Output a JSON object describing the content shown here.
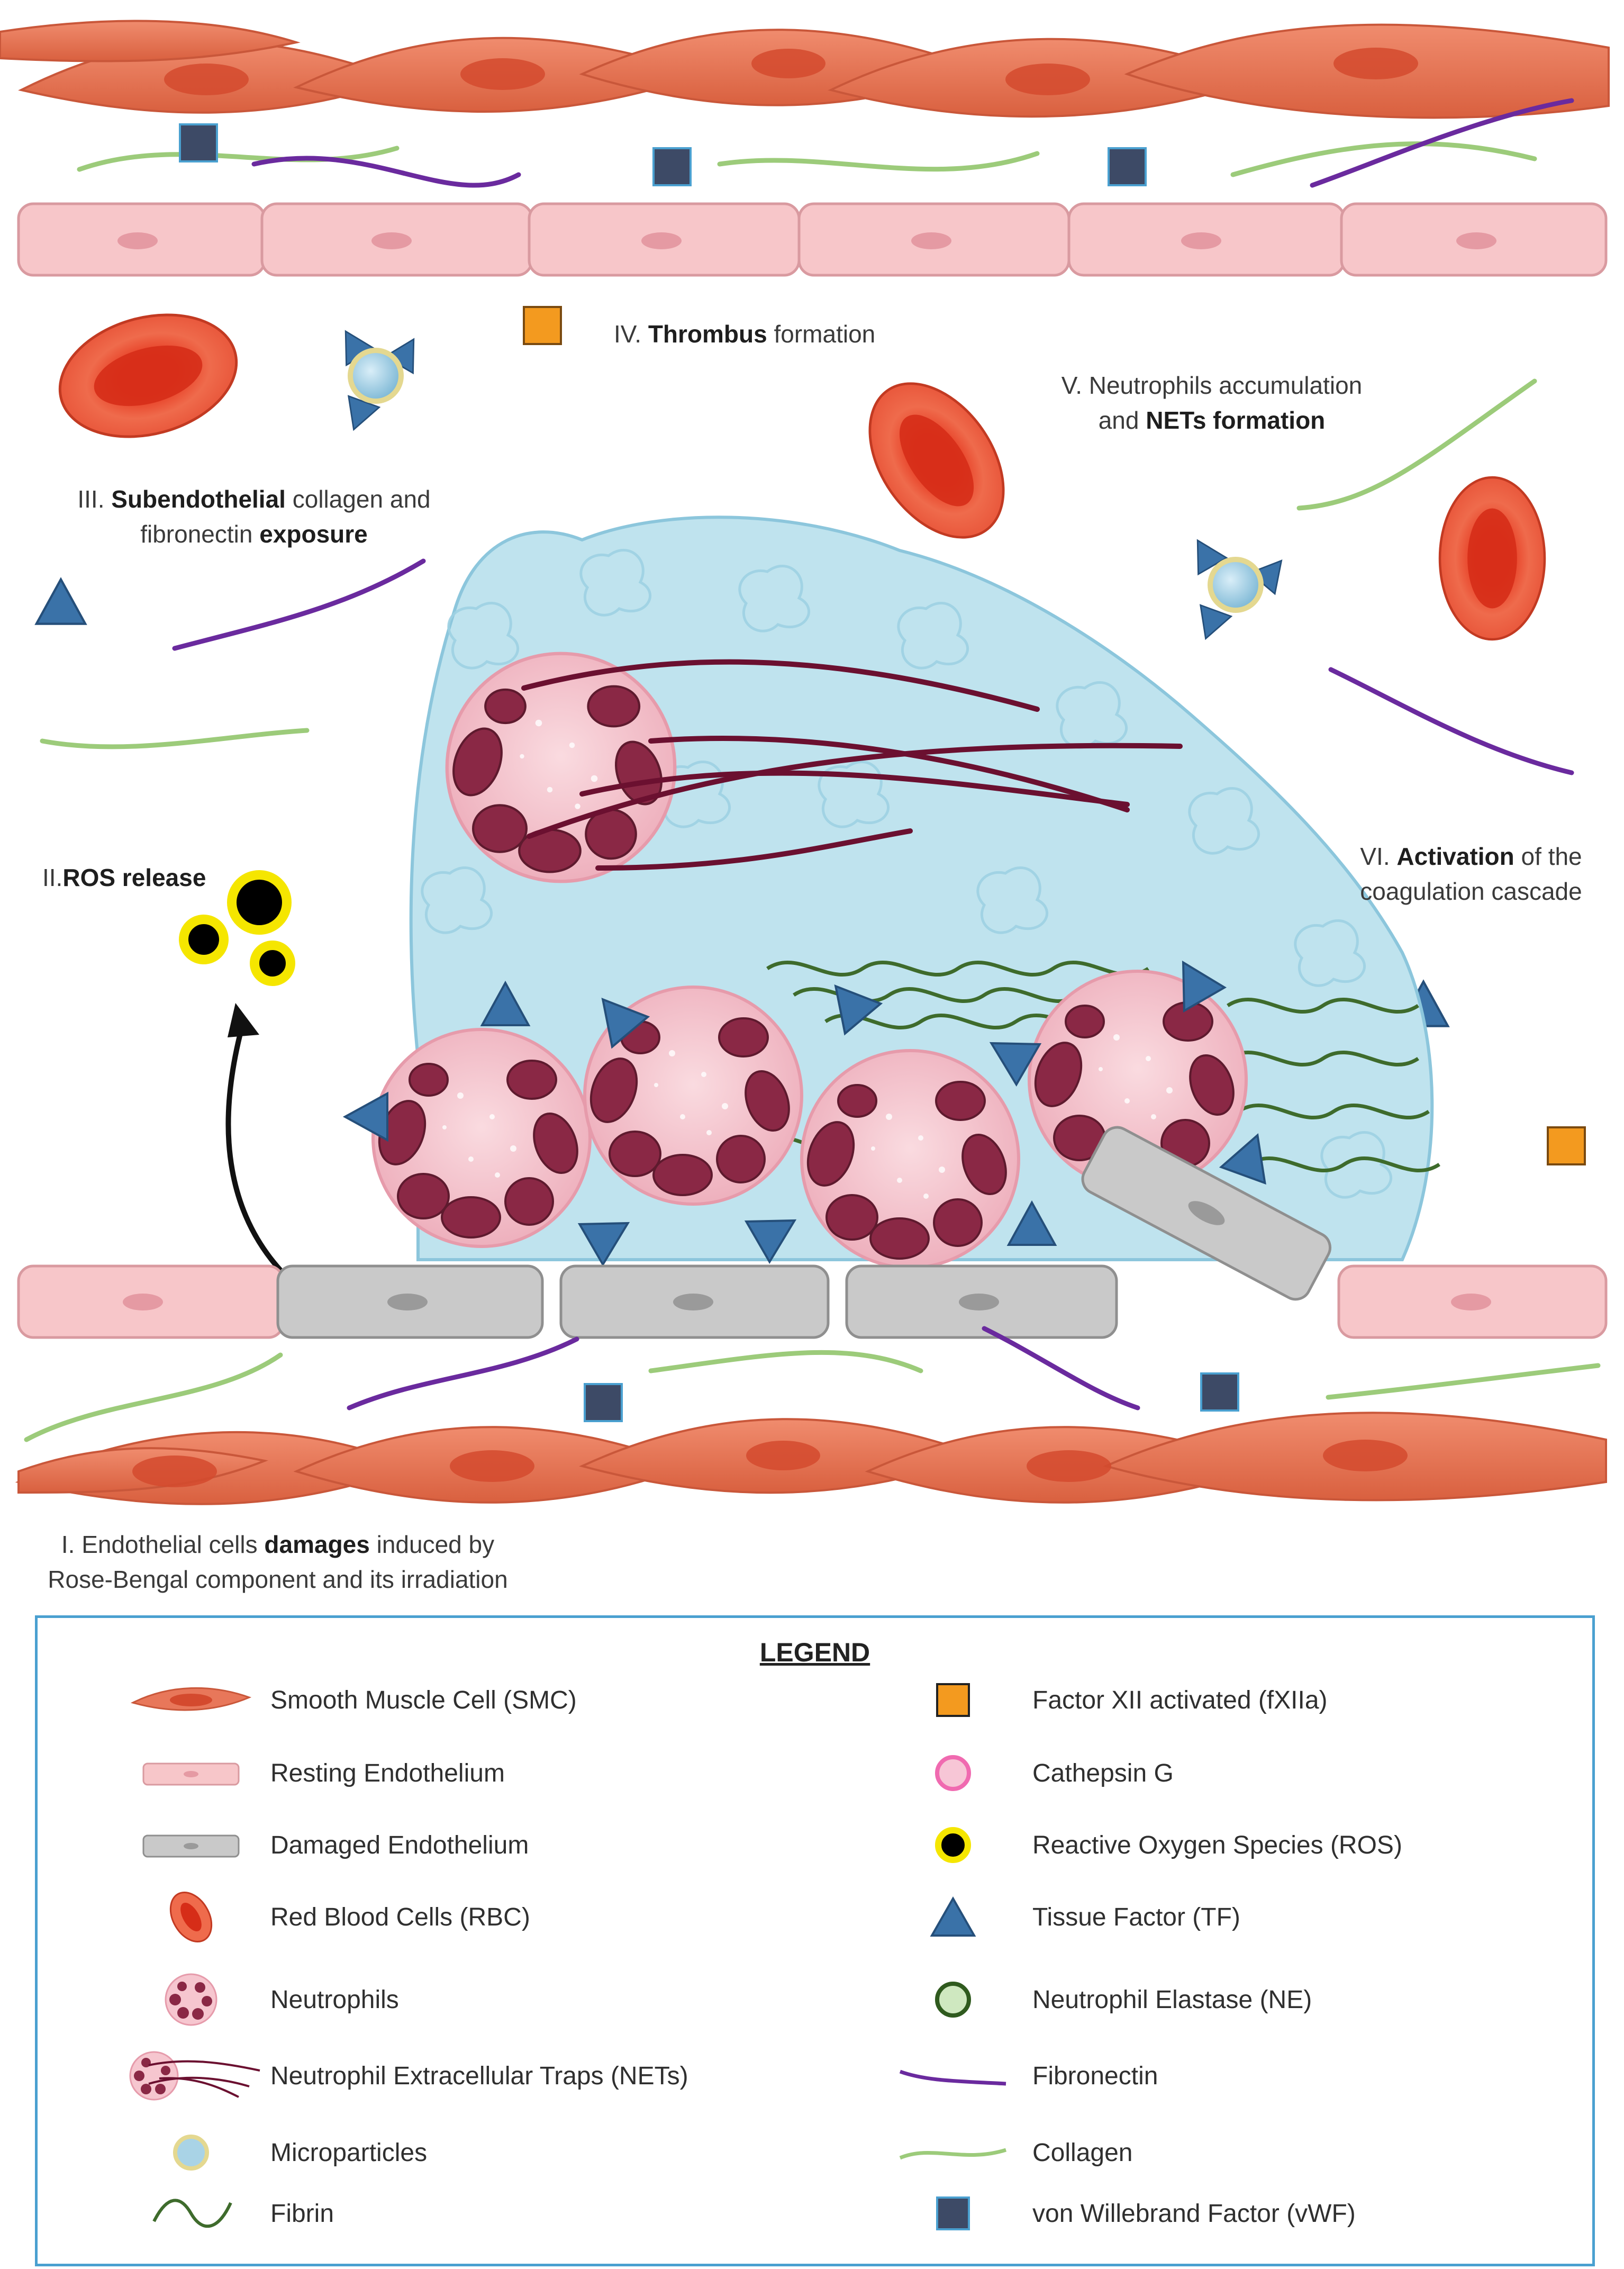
{
  "labels": {
    "step1_pre": "I. Endothelial cells ",
    "step1_bold": "damages",
    "step1_post": " induced by",
    "step1_line2": "Rose-Bengal component and its irradiation",
    "step2_pre": "II.",
    "step2_bold": "ROS release",
    "step3_pre": "III. ",
    "step3_bold": "Subendothelial",
    "step3_post": " collagen and",
    "step3_line2_pre": "fibronectin ",
    "step3_line2_bold": "exposure",
    "step4_pre": "IV. ",
    "step4_bold": "Thrombus",
    "step4_post": " formation",
    "step5_line1": "V. Neutrophils accumulation",
    "step5_line2_pre": "and ",
    "step5_line2_bold": "NETs formation",
    "step6_pre": "VI. ",
    "step6_bold": "Activation",
    "step6_post": " of the",
    "step6_line2": "coagulation cascade"
  },
  "legend": {
    "title": "LEGEND",
    "left": [
      {
        "label": "Smooth Muscle Cell (SMC)",
        "icon": "smooth-muscle-cell-icon"
      },
      {
        "label": "Resting Endothelium",
        "icon": "resting-endothelium-icon"
      },
      {
        "label": "Damaged Endothelium",
        "icon": "damaged-endothelium-icon"
      },
      {
        "label": "Red Blood Cells (RBC)",
        "icon": "red-blood-cell-icon"
      },
      {
        "label": "Neutrophils",
        "icon": "neutrophil-icon"
      },
      {
        "label": "Neutrophil Extracellular Traps (NETs)",
        "icon": "nets-icon"
      },
      {
        "label": "Microparticles",
        "icon": "microparticle-icon"
      },
      {
        "label": "Fibrin",
        "icon": "fibrin-icon"
      }
    ],
    "right": [
      {
        "label": "Factor XII activated (fXIIa)",
        "icon": "factor-xiia-icon"
      },
      {
        "label": "Cathepsin G",
        "icon": "cathepsin-g-icon"
      },
      {
        "label": "Reactive Oxygen Species (ROS)",
        "icon": "ros-icon"
      },
      {
        "label": "Tissue Factor (TF)",
        "icon": "tissue-factor-icon"
      },
      {
        "label": "Neutrophil Elastase (NE)",
        "icon": "neutrophil-elastase-icon"
      },
      {
        "label": "Fibronectin",
        "icon": "fibronectin-icon"
      },
      {
        "label": "Collagen",
        "icon": "collagen-icon"
      },
      {
        "label": "von Willebrand Factor (vWF)",
        "icon": "vwf-icon"
      }
    ]
  },
  "colors": {
    "smc": "#e8775a",
    "endothelium_resting": "#f7c6c9",
    "endothelium_damaged": "#c9c9c9",
    "rbc": "#e8553a",
    "neutrophil": "#f6c6cf",
    "nucleus": "#8a2845",
    "thrombus": "#bfe3ee",
    "fibrin": "#3e6b2c",
    "tissue_factor": "#3a72a8",
    "fxiia": "#f39a1f",
    "vwf": "#3d4a66",
    "fibronectin": "#6a2a9e",
    "collagen": "#9ccb7a",
    "ros": "#f5e600",
    "cathepsin": "#f06ab0",
    "elastase": "#2f5a1e"
  }
}
